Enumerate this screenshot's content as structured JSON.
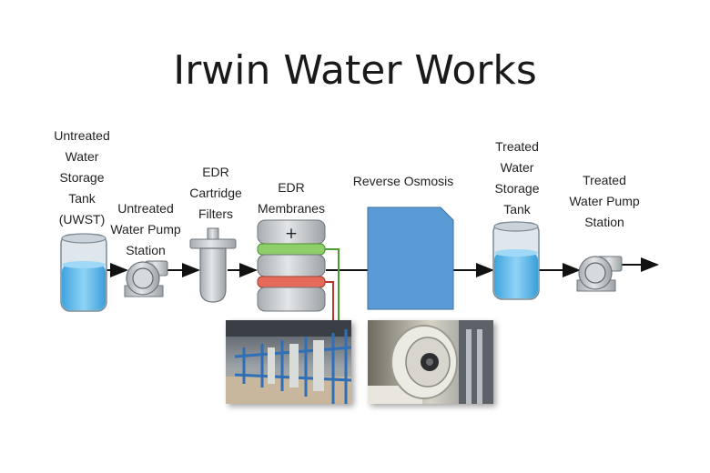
{
  "title": "Irwin Water Works",
  "stages": {
    "uwst": "Untreated Water Storage Tank (UWST)",
    "untreated_pump": "Untreated Water Pump Station",
    "edr_filters": "EDR Cartridge Filters",
    "edr_membranes": "EDR Membranes",
    "reverse_osmosis": "Reverse Osmosis",
    "treated_tank": "Treated Water Storage Tank",
    "treated_pump": "Treated Water Pump Station"
  },
  "membrane_symbol": "+",
  "colors": {
    "water": "#5bb8ea",
    "ro_block": "#5b9bd5",
    "membrane_green": "#8fcf6a",
    "membrane_red": "#e66a5a",
    "equipment_gray": "#c7cbce"
  },
  "photos": [
    "edr-plant-photo",
    "ro-membrane-photo"
  ]
}
